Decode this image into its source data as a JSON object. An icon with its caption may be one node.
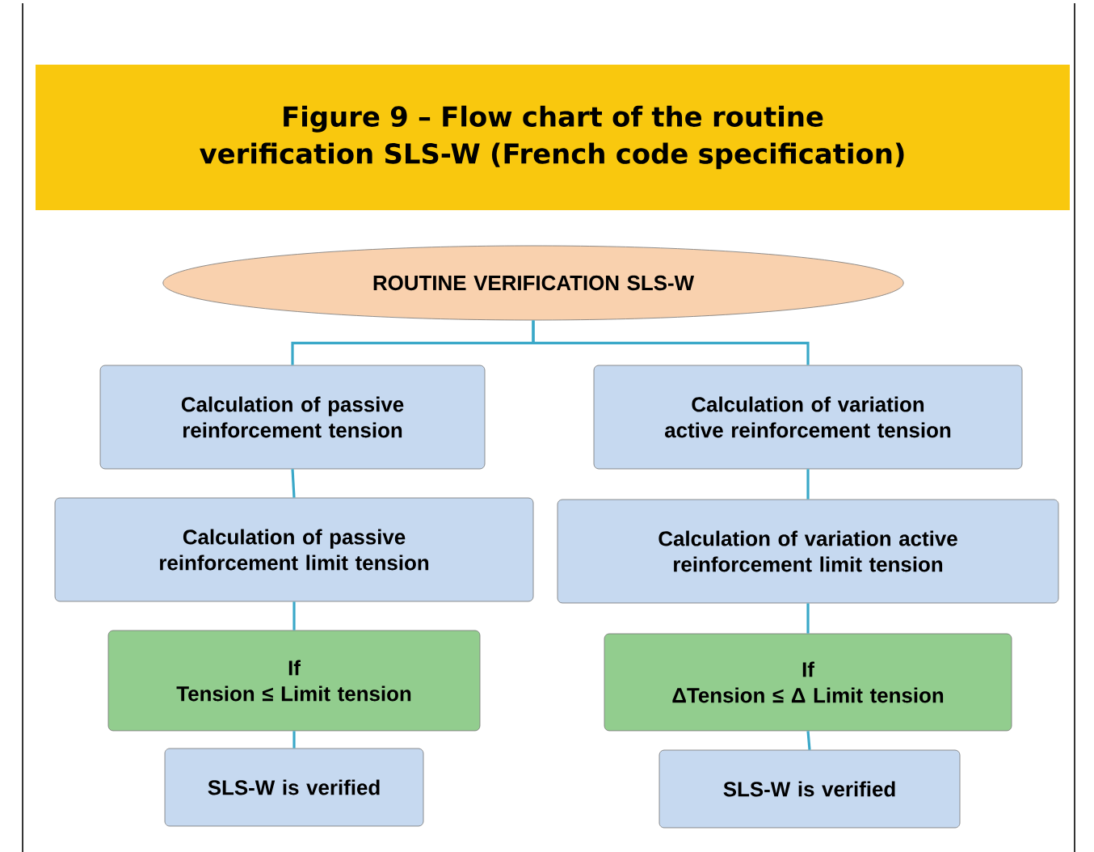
{
  "diagram": {
    "title": "Figure 9 – Flow chart of the routine verification SLS-W (French code specification)",
    "nodes": [
      {
        "text": [
          "ROUTINE VERIFICATION SLS-W"
        ]
      },
      {
        "text": [
          "Calculation of passive reinforcement tension"
        ]
      },
      {
        "text": [
          "Calculation of variation active reinforcement tension"
        ]
      },
      {
        "text": [
          "Calculation of passive reinforcement limit tension"
        ]
      },
      {
        "text": [
          "Calculation of variation active reinforcement limit tension"
        ]
      },
      {
        "text": [
          "If",
          "Tension ≤ Limit tension"
        ]
      },
      {
        "text": [
          "If",
          "ΔTension ≤ Δ Limit tension"
        ]
      },
      {
        "text": [
          "SLS-W is verified"
        ]
      },
      {
        "text": [
          "SLS-W is verified"
        ]
      }
    ],
    "edges": [
      {
        "from": 0,
        "to": 1,
        "arrow": "none"
      },
      {
        "from": 0,
        "to": 2,
        "arrow": "none"
      },
      {
        "from": 1,
        "to": 3,
        "arrow": "none"
      },
      {
        "from": 2,
        "to": 4,
        "arrow": "none"
      },
      {
        "from": 3,
        "to": 5,
        "arrow": "none"
      },
      {
        "from": 4,
        "to": 6,
        "arrow": "none"
      },
      {
        "from": 5,
        "to": 7,
        "arrow": "none"
      },
      {
        "from": 6,
        "to": 8,
        "arrow": "none"
      }
    ]
  }
}
